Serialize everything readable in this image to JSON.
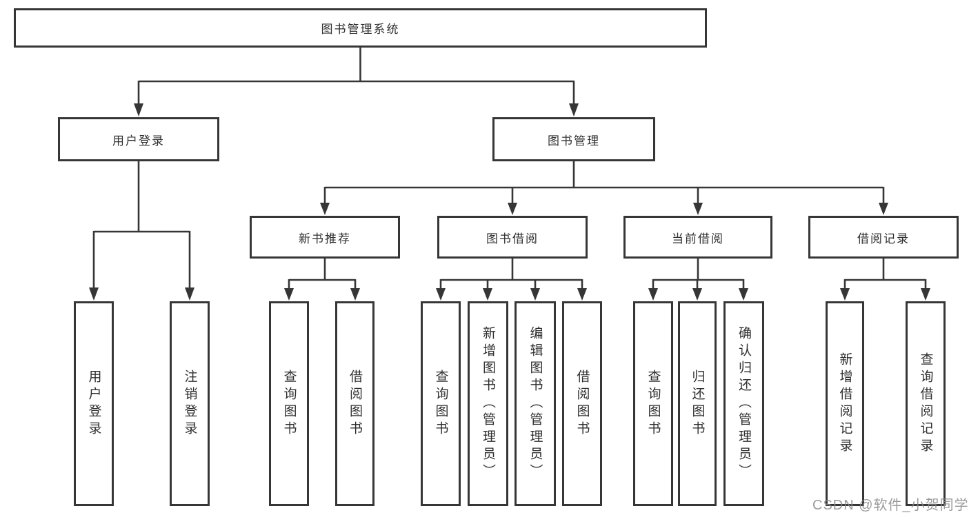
{
  "diagram_type": "hierarchy-tree",
  "tree": {
    "label": "图书管理系统",
    "children": [
      {
        "label": "用户登录",
        "children": [
          {
            "label": "用户登录"
          },
          {
            "label": "注销登录"
          }
        ]
      },
      {
        "label": "图书管理",
        "children": [
          {
            "label": "新书推荐",
            "children": [
              {
                "label": "查询图书"
              },
              {
                "label": "借阅图书"
              }
            ]
          },
          {
            "label": "图书借阅",
            "children": [
              {
                "label": "查询图书"
              },
              {
                "label": "新增图书（管理员）"
              },
              {
                "label": "编辑图书（管理员）"
              },
              {
                "label": "借阅图书"
              }
            ]
          },
          {
            "label": "当前借阅",
            "children": [
              {
                "label": "查询图书"
              },
              {
                "label": "归还图书"
              },
              {
                "label": "确认归还（管理员）"
              }
            ]
          },
          {
            "label": "借阅记录",
            "children": [
              {
                "label": "新增借阅记录"
              },
              {
                "label": "查询借阅记录"
              }
            ]
          }
        ]
      }
    ]
  },
  "watermark": {
    "text": "CSDN @软件_小贺同学"
  },
  "colors": {
    "background": "#ffffff",
    "line": "#363636",
    "box_border": "#363636",
    "text": "#2f2f2f",
    "watermark": "#8a8a8a"
  }
}
